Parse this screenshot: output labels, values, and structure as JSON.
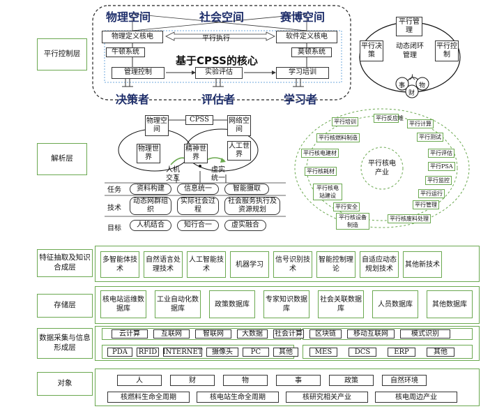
{
  "layers": {
    "parallel_control": "平行控制层",
    "analysis": "解析层",
    "feature": "特征抽取及知识合成层",
    "storage": "存储层",
    "data_collection": "数据采集与信息形成层",
    "object": "对象"
  },
  "top": {
    "physical_space": "物理空间",
    "social_space": "社会空间",
    "cyber_space": "赛博空间",
    "core": "基于CPSS的核心",
    "physical_core": "物理定义核电",
    "parallel_exec": "平行执行",
    "software_core": "软件定义核电",
    "newton": "牛顿系统",
    "merton": "莫顿系统",
    "mgmt_control": "管理控制",
    "exp_eval": "实验评估",
    "learn_train": "学习培训",
    "decider": "决策者",
    "evaluator": "评估者",
    "learner": "学习者"
  },
  "loop": {
    "parallel_mgmt": "平行管理",
    "parallel_decision": "平行决策",
    "closed_loop": "动态闭环管理",
    "parallel_control": "平行控制",
    "person": "人",
    "thing": "事",
    "object": "物",
    "wealth": "财"
  },
  "cpss": {
    "physical_space": "物理空间",
    "cpss": "CPSS",
    "network_space": "网络空间",
    "physical_world": "物理世界",
    "mental_world": "精神世界",
    "artificial_world": "人工世界",
    "human_machine": "人机交互",
    "virtual_real": "虚实统一",
    "task_label": "任务",
    "tech_label": "技术",
    "goal_label": "目标",
    "task1": "资料构建",
    "task2": "信息统一",
    "task3": "智能摄取",
    "tech1": "动态网群组织",
    "tech2": "实际社会过程",
    "tech3": "社会服务执行及资源规划",
    "goal1": "人机结合",
    "goal2": "知行合一",
    "goal3": "虚实融合"
  },
  "industry": {
    "center": "平行核电产业",
    "items": [
      "平行培训",
      "平行反应堆",
      "平行计算",
      "平行核燃料制造",
      "平行测试",
      "平行核电建材",
      "平行评估",
      "平行核耗材",
      "平行PSA",
      "平行核电站建设",
      "平行监控",
      "平行运行",
      "平行安全",
      "平行管理",
      "平行核设备制造",
      "平行核废料处理"
    ]
  },
  "feature_items": [
    "多智能体技术",
    "自然语言处理技术",
    "人工智能技术",
    "机器学习",
    "信号识别技术",
    "智能控制理论",
    "自适应动态规划技术",
    "其他新技术"
  ],
  "storage_items": [
    "核电站运维数据库",
    "工业自动化数据库",
    "政策数据库",
    "专家知识数据库",
    "社会关联数据库",
    "人员数据库",
    "其他数据库"
  ],
  "collect_row1": [
    "云计算",
    "互联网",
    "智联网",
    "大数据",
    "社会计算",
    "区块链",
    "移动互联网",
    "模式识别"
  ],
  "collect_row2a": [
    "PDA",
    "RFID",
    "INTERNET",
    "摄像头",
    "PC",
    "其他"
  ],
  "collect_row2b": [
    "MES",
    "DCS",
    "ERP",
    "其他"
  ],
  "object_row1": [
    "人",
    "财",
    "物",
    "事",
    "政策",
    "自然环境"
  ],
  "object_row2": [
    "核燃料生命全周期",
    "核电站生命全周期",
    "核研究相关产业",
    "核电周边产业"
  ]
}
